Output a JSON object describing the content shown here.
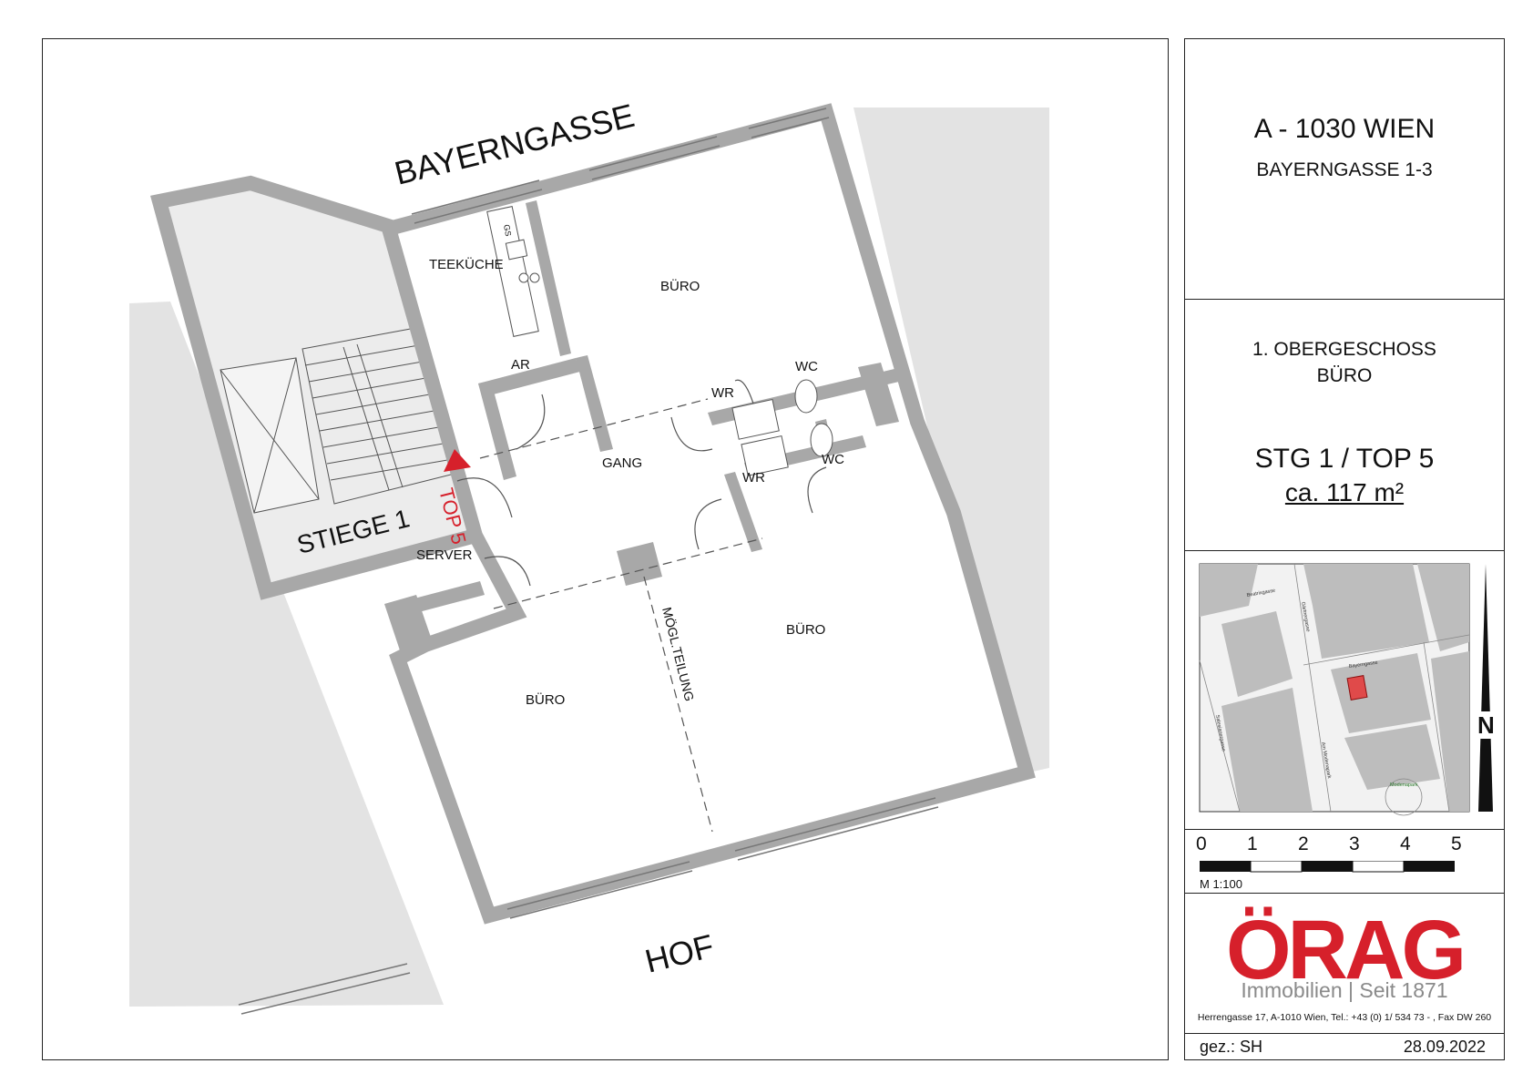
{
  "plan": {
    "street_top": "BAYERNGASSE",
    "courtyard": "HOF",
    "staircase": "STIEGE 1",
    "unit_marker": "TOP 5",
    "divider_note": "MÖGL.TEILUNG",
    "rooms": {
      "teekueche": "TEEKÜCHE",
      "buero_north": "BÜRO",
      "ar": "AR",
      "wr_upper": "WR",
      "wc_upper": "WC",
      "gang": "GANG",
      "wr_lower": "WR",
      "wc_lower": "WC",
      "server": "SERVER",
      "buero_east": "BÜRO",
      "buero_west": "BÜRO"
    },
    "symbols": {
      "gas": "GS"
    }
  },
  "sidebar": {
    "city": "A - 1030 WIEN",
    "street": "BAYERNGASSE 1-3",
    "floor": "1. OBERGESCHOSS",
    "use": "BÜRO",
    "unit": "STG 1 / TOP 5",
    "area": "ca. 117 m²",
    "map_labels": [
      "Beatrixgasse",
      "Gärtnergasse",
      "Bayerngasse",
      "Salesianergasse",
      "Am Modenapark",
      "Modenapark"
    ],
    "north": "N",
    "scale_marks": [
      "0",
      "1",
      "2",
      "3",
      "4",
      "5"
    ],
    "scale_label": "M 1:100",
    "logo": "ÖRAG",
    "logo_sub": "Immobilien | Seit 1871",
    "company_address": "Herrengasse 17, A-1010 Wien, Tel.: +43 (0) 1/ 534 73 - , Fax DW 260",
    "drawn_by": "gez.: SH",
    "date": "28.09.2022"
  },
  "colors": {
    "wall": "#a8a8a8",
    "shade": "#e3e3e3",
    "stair": "#eeeeee",
    "brand": "#d6202b",
    "marker": "#d6202b"
  }
}
